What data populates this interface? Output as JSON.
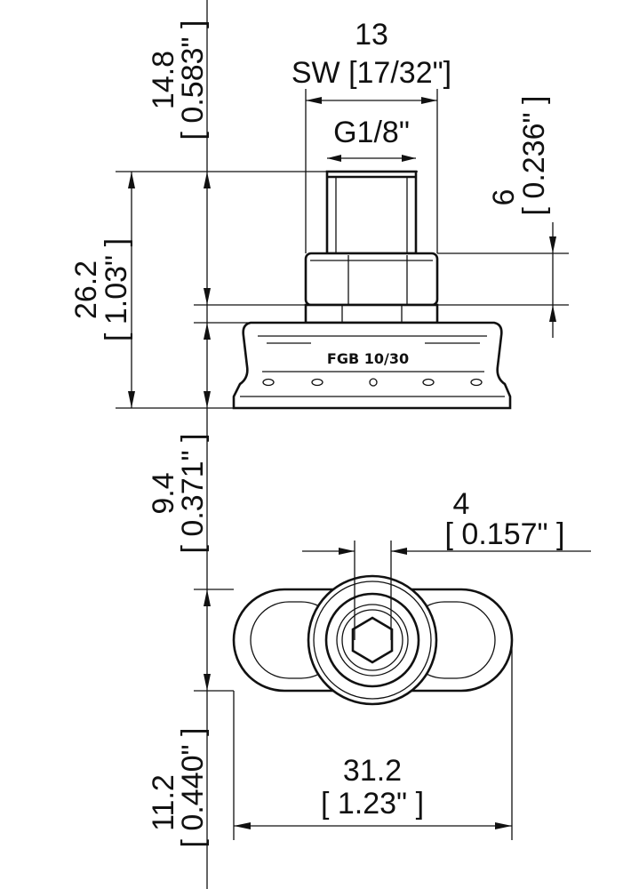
{
  "dimensions": {
    "top_width_mm": "13",
    "top_width_in": "SW [17/32\"]",
    "thread": "G1/8\"",
    "height_upper_mm": "14.8",
    "height_upper_in": "[ 0.583\" ]",
    "hex_height_mm": "6",
    "hex_height_in": "[ 0.236\" ]",
    "total_height_mm": "26.2",
    "total_height_in": "[ 1.03\" ]",
    "cup_height_mm": "9.4",
    "cup_height_in": "[ 0.371\" ]",
    "hex_key_mm": "4",
    "hex_key_in": "[ 0.157\" ]",
    "width_mm": "11.2",
    "width_in": "[ 0.440\" ]",
    "length_mm": "31.2",
    "length_in": "[ 1.23\" ]"
  },
  "part_label": "FGB 10/30"
}
